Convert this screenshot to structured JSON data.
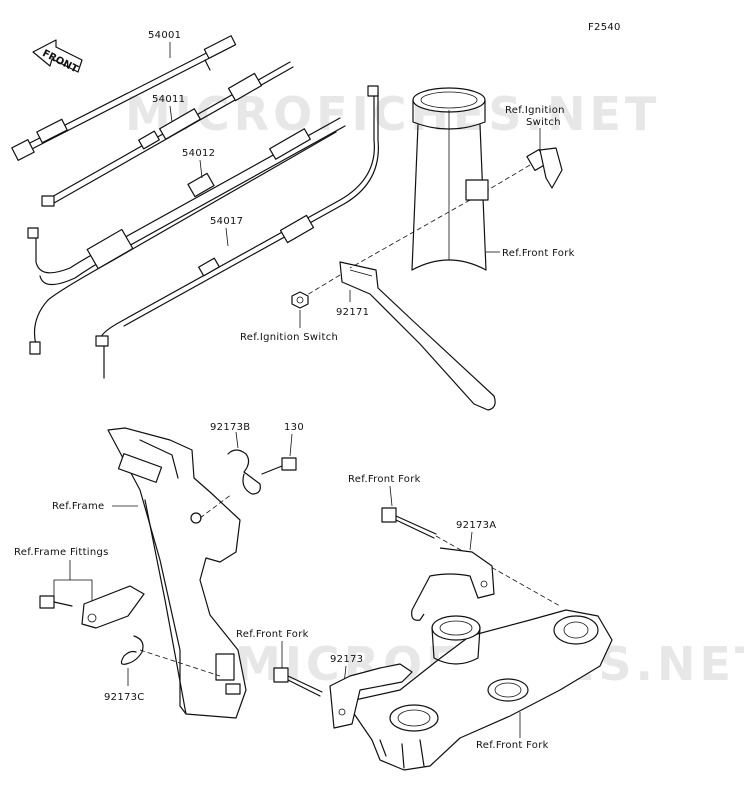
{
  "diagram_code": "F2540",
  "front_label": "FRONT",
  "watermark": "MICROFICHES.NET",
  "labels": {
    "p54001": "54001",
    "p54011": "54011",
    "p54012": "54012",
    "p54017": "54017",
    "p92171": "92171",
    "ref_ignition_switch_top": "Ref.Ignition\nSwitch",
    "ref_ignition_switch_bottom": "Ref.Ignition Switch",
    "ref_front_fork_1": "Ref.Front Fork",
    "p92173B": "92173B",
    "p130": "130",
    "ref_frame": "Ref.Frame",
    "ref_frame_fittings": "Ref.Frame Fittings",
    "p92173C": "92173C",
    "ref_front_fork_2": "Ref.Front Fork",
    "p92173A": "92173A",
    "ref_front_fork_3": "Ref.Front Fork",
    "p92173": "92173",
    "ref_front_fork_4": "Ref.Front Fork"
  }
}
